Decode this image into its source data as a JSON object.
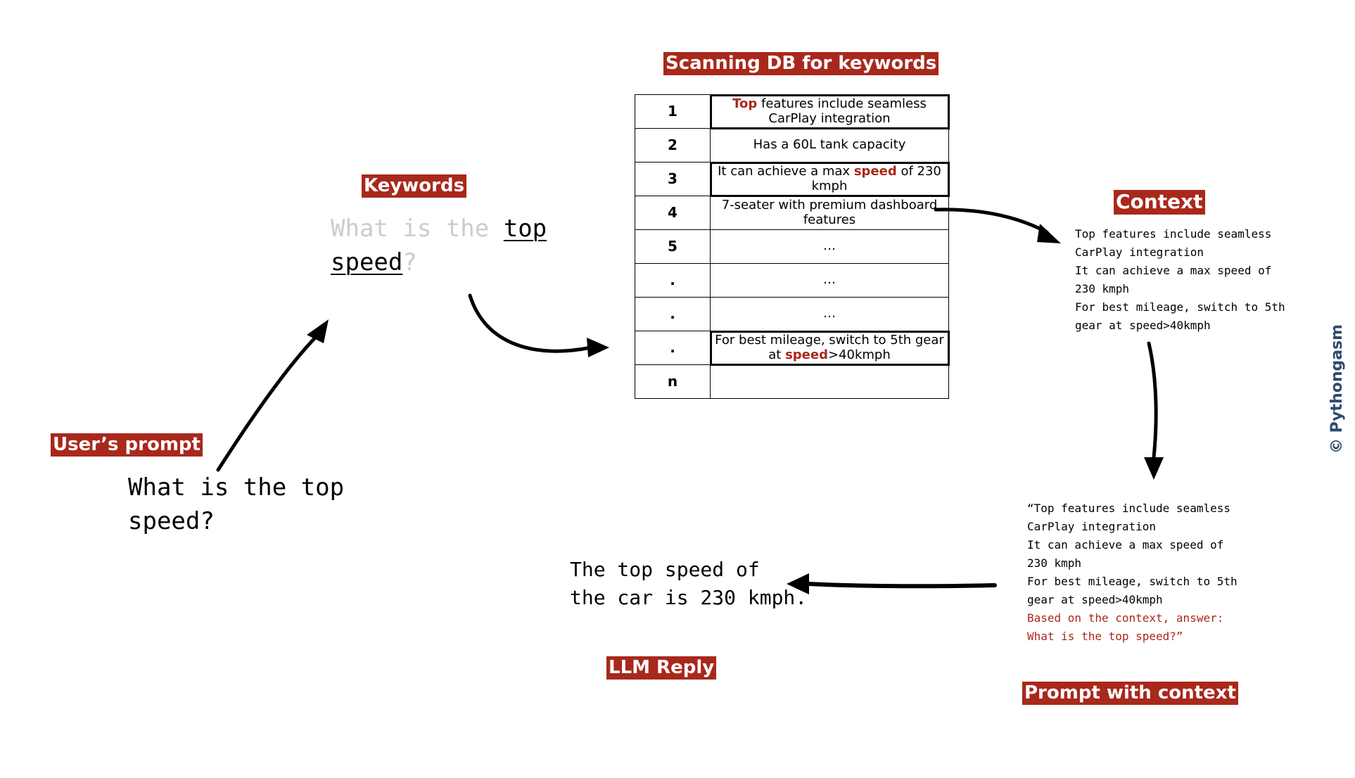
{
  "labels": {
    "scanning": "Scanning DB for keywords",
    "keywords": "Keywords",
    "context": "Context",
    "users_prompt": "User’s prompt",
    "llm_reply": "LLM Reply",
    "prompt_with_context": "Prompt with context"
  },
  "keywords_phrase": {
    "what": "What",
    "is": "is",
    "the": "the",
    "top": "top",
    "speed": "speed",
    "qmark": "?"
  },
  "user_prompt": {
    "line1": "What is the top",
    "line2": "speed?"
  },
  "db_rows": [
    {
      "index": "1",
      "pre": "",
      "keyword": "Top",
      "post": " features include seamless CarPlay integration"
    },
    {
      "index": "2",
      "text": "Has a 60L tank capacity"
    },
    {
      "index": "3",
      "pre": "It can achieve a max ",
      "keyword": "speed",
      "post": " of 230 kmph"
    },
    {
      "index": "4",
      "text": "7-seater with premium dashboard features"
    },
    {
      "index": "5",
      "text": "…"
    },
    {
      "index": ".",
      "text": "…"
    },
    {
      "index": ".",
      "text": "…"
    },
    {
      "index": ".",
      "pre": "For best mileage, switch to 5th gear at ",
      "keyword": "speed",
      "post": ">40kmph"
    },
    {
      "index": "n",
      "text": ""
    }
  ],
  "context_lines": [
    "Top features include seamless",
    "CarPlay integration",
    "It can achieve a max speed of",
    "230 kmph",
    "For best mileage, switch to 5th",
    "gear at speed>40kmph"
  ],
  "prompt_context_lines": [
    "“Top features include seamless",
    "CarPlay integration",
    "It can achieve a max speed of",
    "230 kmph",
    "For best mileage, switch to 5th",
    "gear at speed>40kmph"
  ],
  "prompt_question_lines": [
    "Based on the context, answer:",
    "What is the top speed?”"
  ],
  "llm_reply": {
    "line1": "The top speed of",
    "line2": "the car is 230 kmph."
  },
  "copyright": "© Pythongasm",
  "colors": {
    "accent": "#a9281c",
    "muted": "#cccccc",
    "copyright": "#2d4a6b"
  }
}
